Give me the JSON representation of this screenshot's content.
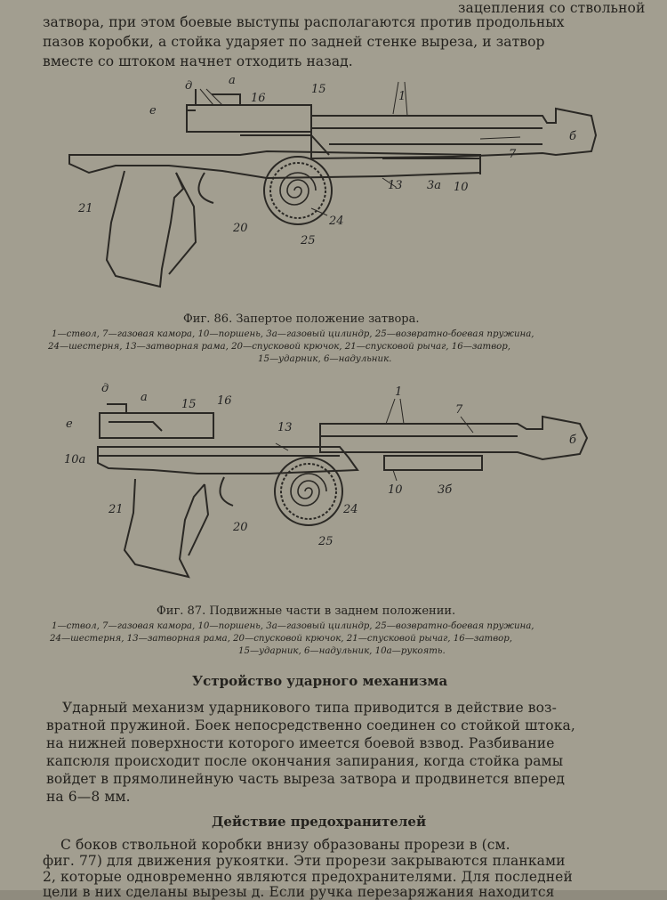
{
  "intro_lines": [
    "зацепления со ствольной",
    "затвора, при этом боевые выступы располагаются против продольных",
    "пазов коробки, а стойка ударяет по задней стенке выреза, и затвор",
    "вместе со штоком начнет отходить назад."
  ],
  "fig86": {
    "caption": "Фиг. 86. Запертое положение затвора.",
    "legend": [
      "1—ствол, 7—газовая камора, 10—поршень, 3а—газовый цилиндр, 25—возвратно-боевая пружина,",
      "24—шестерня, 13—затворная рама, 20—спусковой крючок, 21—спусковой рычаг, 16—затвор,",
      "15—ударник, 6—надульник."
    ],
    "labels": [
      "д",
      "а",
      "е",
      "16",
      "15",
      "1",
      "б",
      "7",
      "21",
      "13",
      "3а",
      "10",
      "20",
      "24",
      "25"
    ]
  },
  "fig87": {
    "caption": "Фиг. 87. Подвижные части в заднем положении.",
    "legend": [
      "1—ствол, 7—газовая камора, 10—поршень, 3а—газовый цилиндр, 25—возвратно-боевая пружина,",
      "24—шестерня, 13—затворная рама, 20—спусковой крючок, 21—спусковой рычаг, 16—затвор,",
      "15—ударник, 6—надульник, 10а—рукоять."
    ],
    "labels": [
      "д",
      "а",
      "15",
      "16",
      "е",
      "1",
      "7",
      "б",
      "13",
      "10а",
      "10",
      "3б",
      "21",
      "20",
      "24",
      "25"
    ]
  },
  "section1": {
    "heading": "Устройство ударного механизма",
    "lines": [
      "Ударный механизм ударникового типа приводится в действие воз-",
      "вратной пружиной. Боек непосредственно соединен со стойкой штока,",
      "на нижней поверхности которого имеется боевой взвод. Разбивание",
      "капсюля происходит после окончания запирания, когда стойка рамы",
      "войдет в прямолинейную часть выреза затвора и продвинется вперед",
      "на 6—8 мм."
    ]
  },
  "section2": {
    "heading": "Действие предохранителей",
    "lines": [
      "С боков ствольной коробки внизу образованы прорези в (см.",
      "фиг. 77) для движения рукоятки. Эти прорези закрываются планками",
      "2, которые одновременно являются предохранителями. Для последней",
      "цели в них сделаны вырезы д. Если ручка перезаряжания находится"
    ]
  }
}
